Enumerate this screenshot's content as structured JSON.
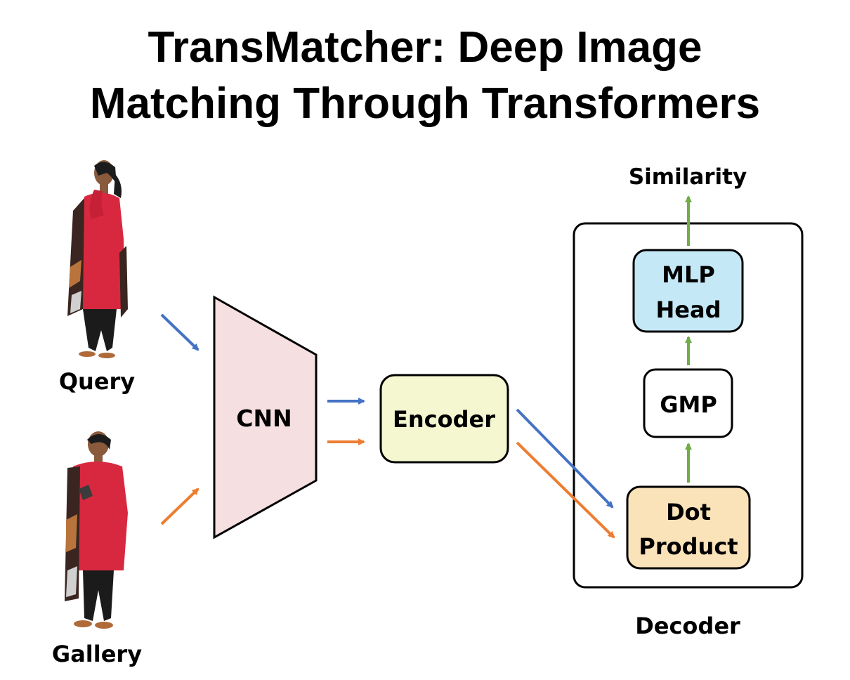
{
  "title": {
    "line1": "TransMatcher: Deep Image",
    "line2": "Matching Through Transformers"
  },
  "inputs": {
    "query_label": "Query",
    "gallery_label": "Gallery"
  },
  "blocks": {
    "cnn": "CNN",
    "encoder": "Encoder",
    "dot_product_line1": "Dot",
    "dot_product_line2": "Product",
    "gmp": "GMP",
    "mlp_line1": "MLP",
    "mlp_line2": "Head",
    "decoder": "Decoder",
    "output": "Similarity"
  },
  "colors": {
    "query_arrow": "#4472c4",
    "gallery_arrow": "#ed7d31",
    "flow_arrow": "#70ad47",
    "cnn_fill": "#f6dfe0",
    "encoder_fill": "#f4f7cf",
    "dot_fill": "#fbe3b9",
    "mlp_fill": "#c5e8f7",
    "gmp_fill": "#ffffff"
  }
}
